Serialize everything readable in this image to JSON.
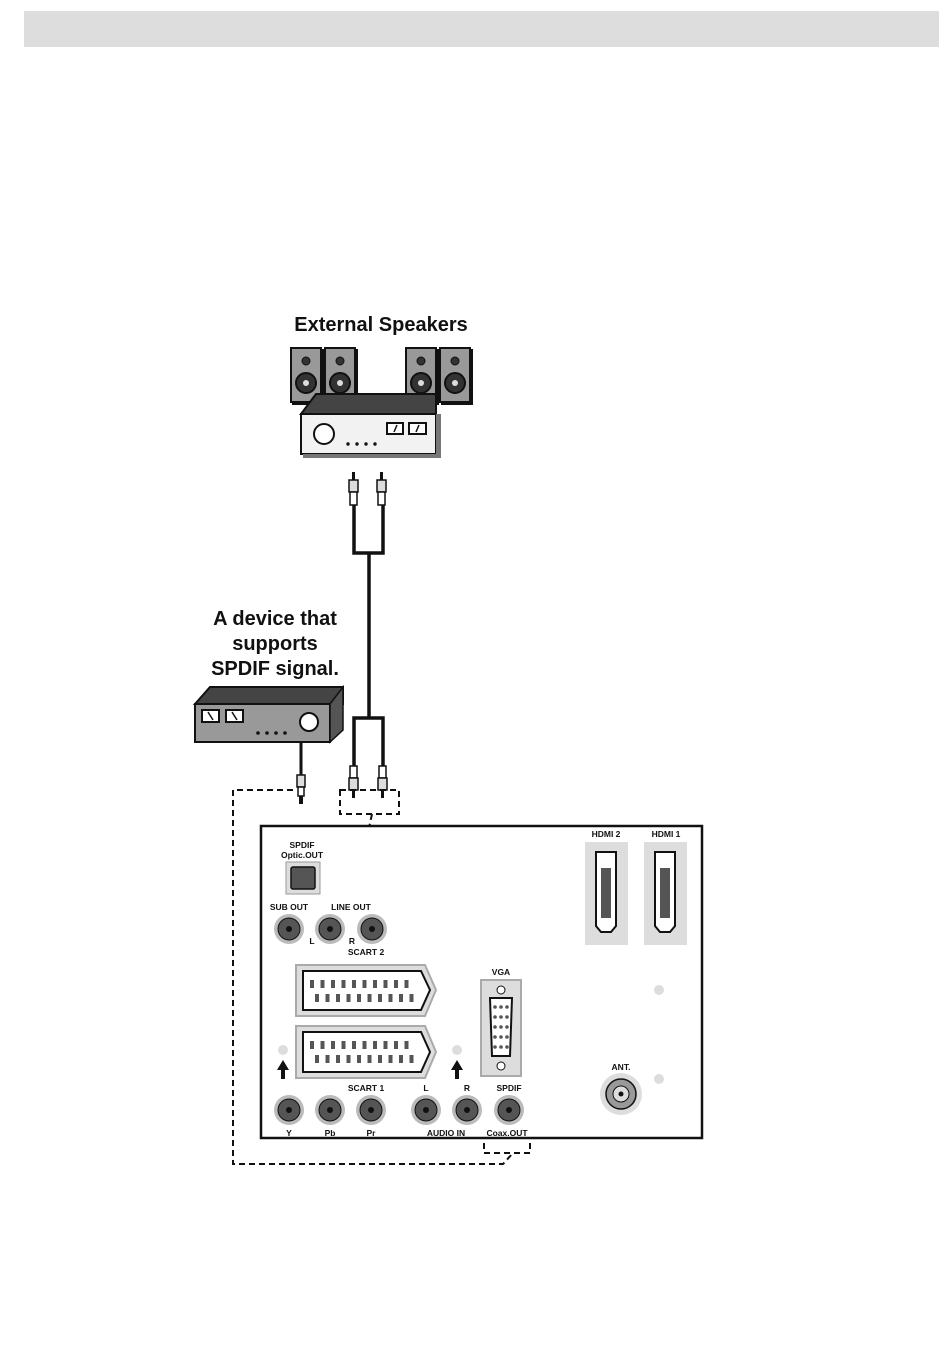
{
  "header": {
    "bg_color": "#dddddd"
  },
  "speakers": {
    "title": "External Speakers"
  },
  "device": {
    "title_lines": [
      "A device that",
      "supports",
      "SPDIF signal."
    ]
  },
  "panel": {
    "spdif_optic": [
      "SPDIF",
      "Optic.OUT"
    ],
    "sub_out": "SUB OUT",
    "line_out": "LINE OUT",
    "line_l": "L",
    "line_r": "R",
    "scart2": "SCART 2",
    "scart1": "SCART 1",
    "vga": "VGA",
    "hdmi2": "HDMI 2",
    "hdmi1": "HDMI 1",
    "ant": "ANT.",
    "audio_l": "L",
    "audio_r": "R",
    "spdif": "SPDIF",
    "y": "Y",
    "pb": "Pb",
    "pr": "Pr",
    "audio_in": "AUDIO IN",
    "coax_out": "Coax.OUT"
  }
}
